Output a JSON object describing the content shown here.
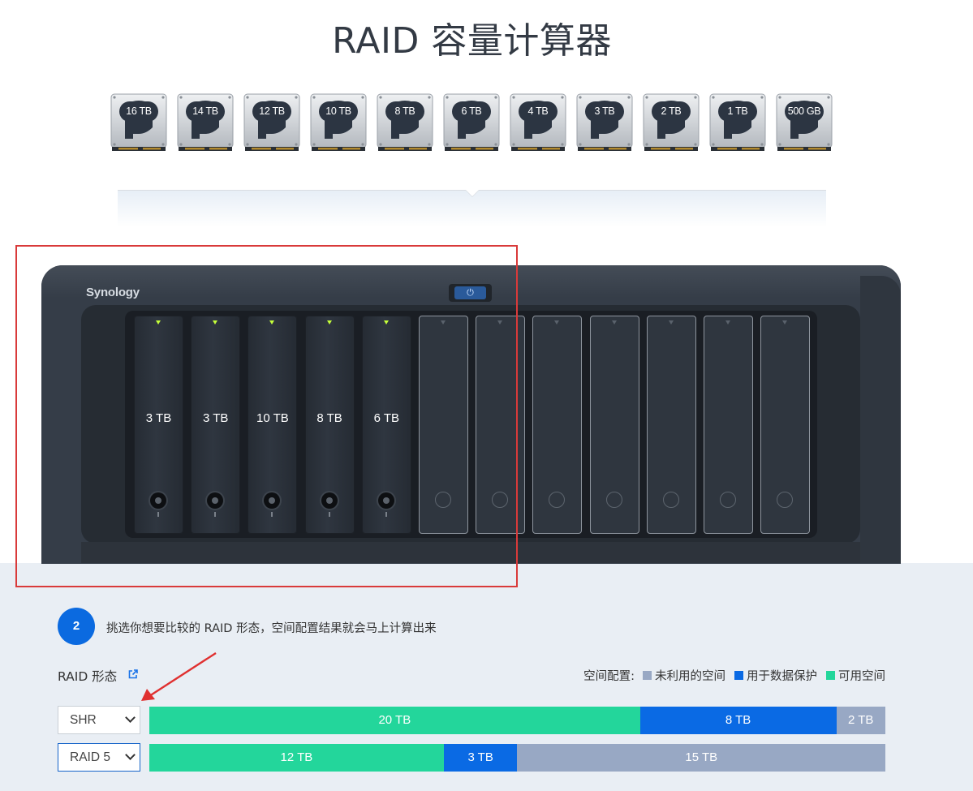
{
  "page": {
    "title": "RAID 容量计算器"
  },
  "colors": {
    "unused": "#98a8c4",
    "protection": "#0a6ae4",
    "available": "#23d69b",
    "accent": "#0b6ae0",
    "highlight": "#d93a3a"
  },
  "disk_options": [
    {
      "label": "16 TB",
      "icon": "hard-drive-icon"
    },
    {
      "label": "14 TB",
      "icon": "hard-drive-icon"
    },
    {
      "label": "12 TB",
      "icon": "hard-drive-icon"
    },
    {
      "label": "10 TB",
      "icon": "hard-drive-icon"
    },
    {
      "label": "8 TB",
      "icon": "hard-drive-icon"
    },
    {
      "label": "6 TB",
      "icon": "hard-drive-icon"
    },
    {
      "label": "4 TB",
      "icon": "hard-drive-icon"
    },
    {
      "label": "3 TB",
      "icon": "hard-drive-icon"
    },
    {
      "label": "2 TB",
      "icon": "hard-drive-icon"
    },
    {
      "label": "1 TB",
      "icon": "hard-drive-icon"
    },
    {
      "label": "500 GB",
      "icon": "hard-drive-icon"
    }
  ],
  "nas": {
    "brand": "Synology",
    "power_icon": "power-icon",
    "bays": [
      {
        "size": "3 TB"
      },
      {
        "size": "3 TB"
      },
      {
        "size": "10 TB"
      },
      {
        "size": "8 TB"
      },
      {
        "size": "6 TB"
      },
      {
        "size": ""
      },
      {
        "size": ""
      },
      {
        "size": ""
      },
      {
        "size": ""
      },
      {
        "size": ""
      },
      {
        "size": ""
      },
      {
        "size": ""
      }
    ]
  },
  "step": {
    "number": "2",
    "text": "挑选你想要比较的 RAID 形态，空间配置结果就会马上计算出来"
  },
  "raid_section": {
    "label": "RAID 形态",
    "link_icon": "external-link-icon",
    "legend": {
      "title": "空间配置:",
      "unused": "未利用的空间",
      "protection": "用于数据保护",
      "available": "可用空间"
    },
    "rows": [
      {
        "raid_type": "SHR",
        "available": {
          "label": "20 TB",
          "value": 20
        },
        "protection": {
          "label": "8 TB",
          "value": 8
        },
        "unused": {
          "label": "2 TB",
          "value": 2
        }
      },
      {
        "raid_type": "RAID 5",
        "available": {
          "label": "12 TB",
          "value": 12
        },
        "protection": {
          "label": "3 TB",
          "value": 3
        },
        "unused": {
          "label": "15 TB",
          "value": 15
        }
      }
    ]
  }
}
